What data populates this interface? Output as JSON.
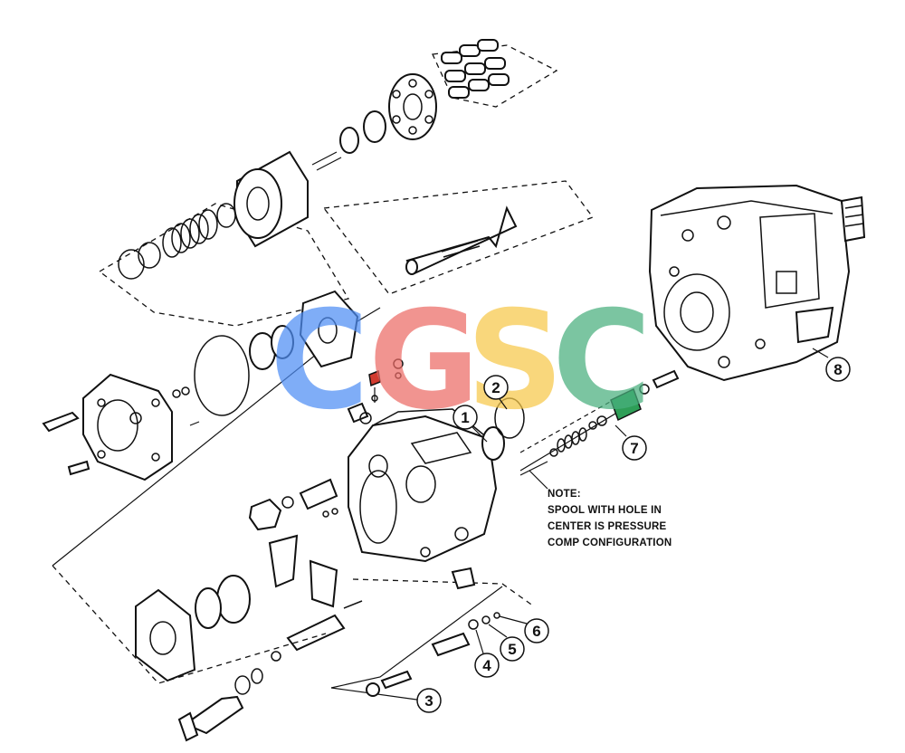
{
  "watermark": {
    "letters": [
      {
        "char": "C",
        "color": "#4f8ef5"
      },
      {
        "char": "G",
        "color": "#ec6b66"
      },
      {
        "char": "S",
        "color": "#f7c94a"
      },
      {
        "char": "C",
        "color": "#49b07e"
      }
    ]
  },
  "note": {
    "lines": [
      "NOTE:",
      "SPOOL WITH HOLE IN",
      "CENTER IS PRESSURE",
      "COMP CONFIGURATION"
    ]
  },
  "callouts": [
    {
      "label": "1"
    },
    {
      "label": "2"
    },
    {
      "label": "3"
    },
    {
      "label": "4"
    },
    {
      "label": "5"
    },
    {
      "label": "6"
    },
    {
      "label": "7"
    },
    {
      "label": "8"
    }
  ],
  "colors": {
    "line": "#111111",
    "background": "#ffffff",
    "highlight_part_7": "#2e9e57",
    "highlight_part_red": "#d13b2f"
  }
}
